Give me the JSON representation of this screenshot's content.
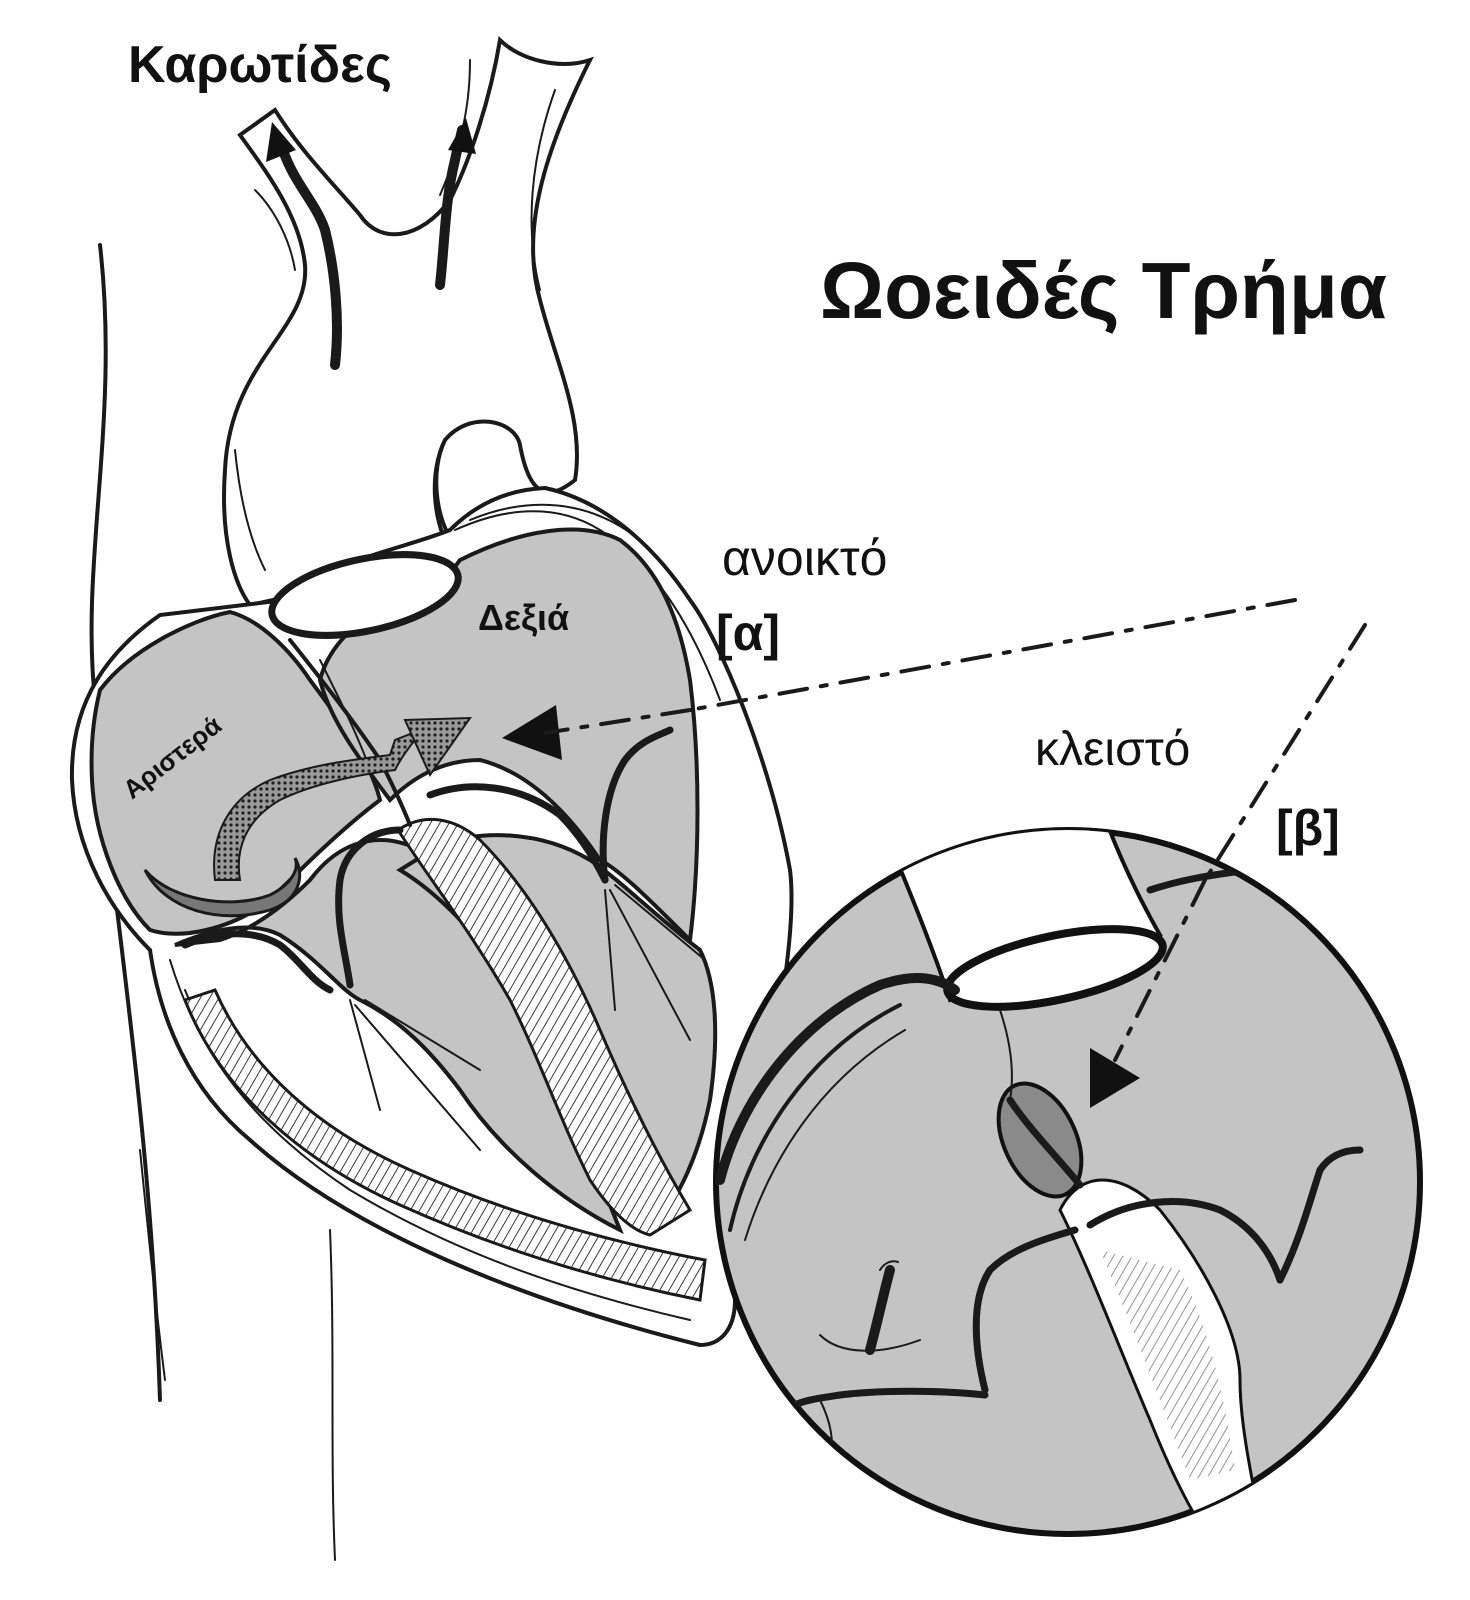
{
  "labels": {
    "carotids": "Καρωτίδες",
    "title": "Ωοειδές Τρήμα",
    "open": "ανοικτό",
    "open_tag": "[α]",
    "right": "Δεξιά",
    "left": "Αριστερά",
    "closed": "κλειστό",
    "closed_tag": "[β]"
  },
  "colors": {
    "chamber_fill": "#c4c4c4",
    "ink": "#1a1a1a",
    "background": "#ffffff"
  }
}
